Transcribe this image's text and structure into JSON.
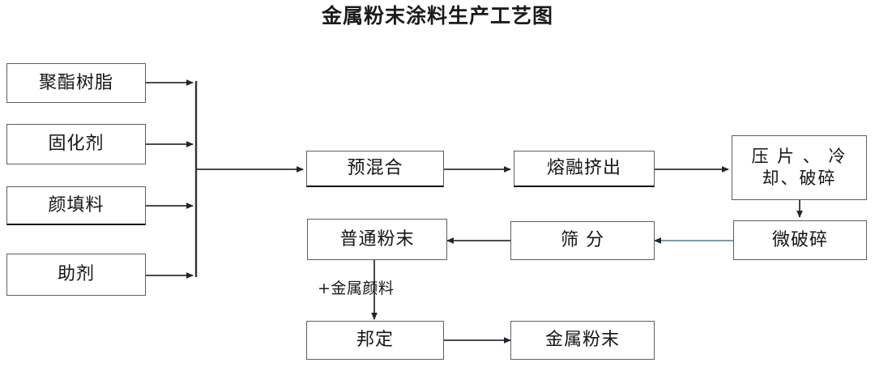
{
  "title": "金属粉末涂料生产工艺图",
  "colors": {
    "background": "#ffffff",
    "box_border": "#5a5f66",
    "box_border_heavy": "#101010",
    "connector": "#2f3338",
    "connector_tint": "#6d8ba3",
    "text": "#141414"
  },
  "nodes": {
    "polyester_resin": {
      "label": "聚酯树脂"
    },
    "curing_agent": {
      "label": "固化剂"
    },
    "pigment_filler": {
      "label": "颜填料"
    },
    "additives": {
      "label": "助剂"
    },
    "premix": {
      "label": "预混合"
    },
    "melt_extrusion": {
      "label": "熔融挤出"
    },
    "tablet_cool_crush": {
      "label": "压 片 、 冷\n却、破碎"
    },
    "micro_crush": {
      "label": "微破碎"
    },
    "sieving": {
      "label": "筛 分"
    },
    "ordinary_powder": {
      "label": "普通粉末"
    },
    "bonding": {
      "label": "邦定"
    },
    "metal_powder": {
      "label": "金属粉末"
    }
  },
  "edge_labels": {
    "add_metal_pigment": "+金属颜料"
  },
  "flow": {
    "inputs": [
      "聚酯树脂",
      "固化剂",
      "颜填料",
      "助剂"
    ],
    "sequence": [
      "预混合",
      "熔融挤出",
      "压片、冷却、破碎",
      "微破碎",
      "筛 分",
      "普通粉末",
      "邦定",
      "金属粉末"
    ]
  }
}
